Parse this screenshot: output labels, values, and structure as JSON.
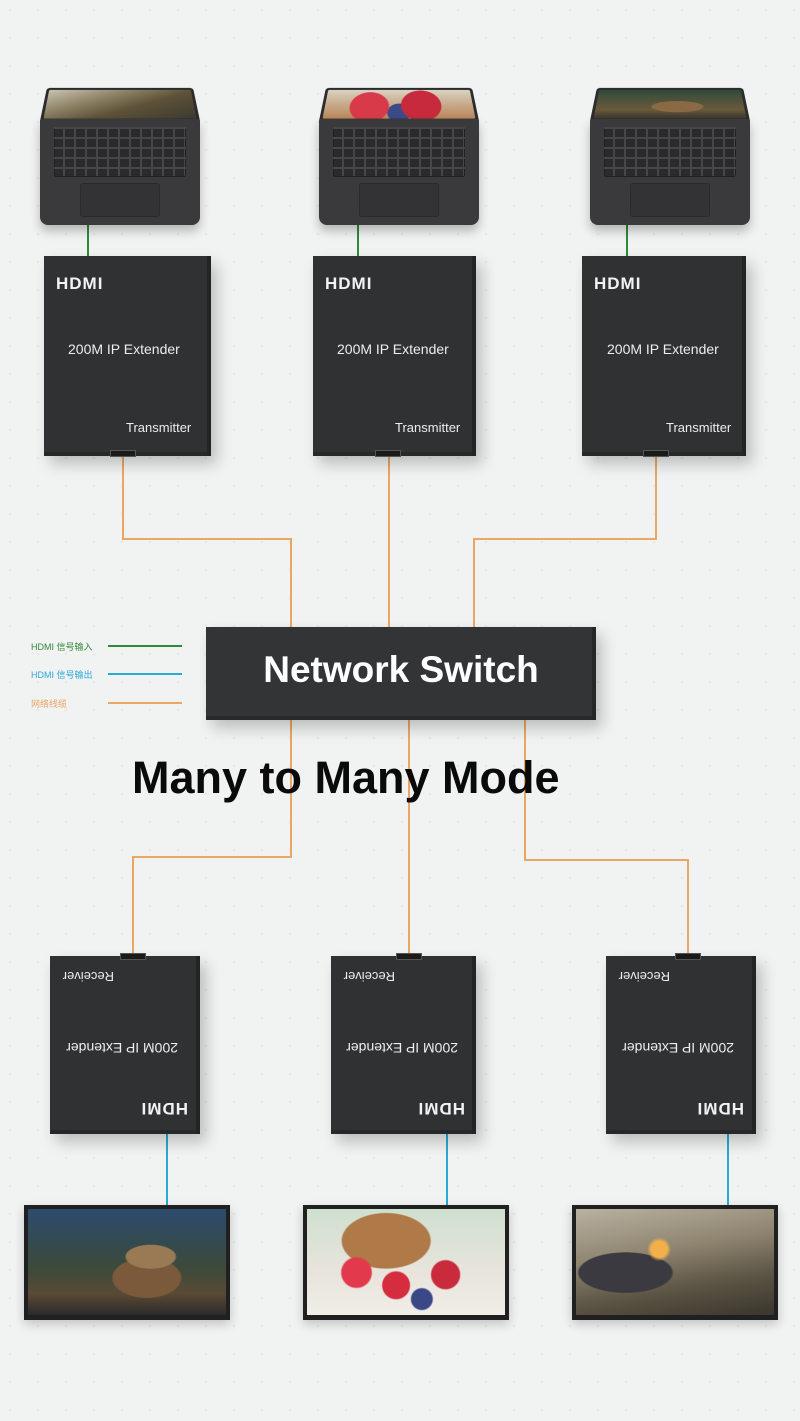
{
  "title": "Many to Many Mode",
  "network_switch": {
    "label": "Network Switch"
  },
  "legend": [
    {
      "label": "HDMI 信号输入",
      "color": "#2f8a3a"
    },
    {
      "label": "HDMI 信号输出",
      "color": "#29a9d6"
    },
    {
      "label": "网络线缆",
      "color": "#eaa664"
    }
  ],
  "transmitters": [
    {
      "logo": "HDMI",
      "model": "200M IP Extender",
      "role": "Transmitter"
    },
    {
      "logo": "HDMI",
      "model": "200M IP Extender",
      "role": "Transmitter"
    },
    {
      "logo": "HDMI",
      "model": "200M IP Extender",
      "role": "Transmitter"
    }
  ],
  "receivers": [
    {
      "logo": "HDMI",
      "model": "200M IP Extender",
      "role": "Receiver"
    },
    {
      "logo": "HDMI",
      "model": "200M IP Extender",
      "role": "Receiver"
    },
    {
      "logo": "HDMI",
      "model": "200M IP Extender",
      "role": "Receiver"
    }
  ],
  "sources": [
    "game-scene",
    "berries-basket",
    "chipmunk-photo"
  ],
  "displays": [
    "chipmunk-photo",
    "berries-basket",
    "game-scene"
  ],
  "colors": {
    "hdmi_in": "#2f8a3a",
    "hdmi_out": "#29a9d6",
    "network": "#eaa664",
    "device": "#303133"
  }
}
